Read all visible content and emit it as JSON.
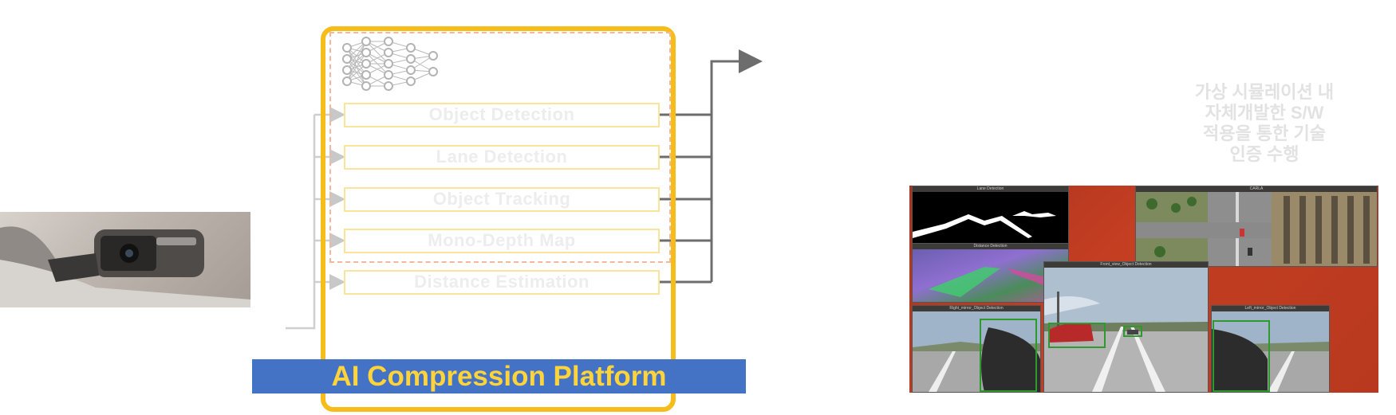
{
  "camera": {
    "caption": [
      "",
      ""
    ]
  },
  "platform": {
    "nn_caption": [
      "",
      ""
    ],
    "modules": [
      {
        "label": "Object Detection"
      },
      {
        "label": "Lane Detection"
      },
      {
        "label": "Object Tracking"
      },
      {
        "label": "Mono-Depth Map"
      },
      {
        "label": "Distance Estimation"
      }
    ],
    "title": "AI Compression Platform"
  },
  "output": {
    "faint_lines": [
      "",
      "",
      ""
    ],
    "korean_lines": [
      "가상 시뮬레이션 내",
      "자체개발한 S/W",
      "적용을 통한 기술",
      "인증 수행"
    ]
  },
  "simulation": {
    "window_titles": {
      "lane": "Lane Detection",
      "depth": "Distance Detection",
      "carla": "CARLA",
      "right": "Right_mirror_Object Detection",
      "front": "Front_view_Object Detection",
      "left": "Left_mirror_Object Detection"
    }
  },
  "colors": {
    "platform_border": "#f6bc1a",
    "platform_label_bg": "#4472c4",
    "platform_label_text": "#ffd43b",
    "dashed_border": "#f3b89a",
    "module_border": "#f9e49a",
    "arrow": "#6d6d6d",
    "bbox": "#2e9a2e",
    "sim_background": "#c43e22"
  }
}
